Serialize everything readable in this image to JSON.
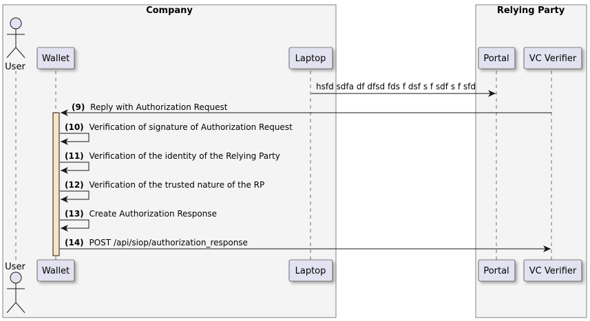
{
  "boxes": {
    "company": "Company",
    "relying_party": "Relying Party"
  },
  "participants": {
    "user": "User",
    "wallet": "Wallet",
    "laptop": "Laptop",
    "portal": "Portal",
    "vc_verifier": "VC Verifier"
  },
  "messages": [
    {
      "num": "",
      "text": "hsfd sdfa df dfsd fds f dsf  s f sdf s f sfd",
      "from": "laptop",
      "to": "portal"
    },
    {
      "num": "(9)",
      "text": "Reply with Authorization Request",
      "from": "vc_verifier",
      "to": "wallet"
    },
    {
      "num": "(10)",
      "text": "Verification of signature of Authorization Request",
      "from": "wallet",
      "to": "wallet"
    },
    {
      "num": "(11)",
      "text": "Verification of the identity of the Relying Party",
      "from": "wallet",
      "to": "wallet"
    },
    {
      "num": "(12)",
      "text": "Verification of the trusted nature of the RP",
      "from": "wallet",
      "to": "wallet"
    },
    {
      "num": "(13)",
      "text": "Create Authorization Response",
      "from": "wallet",
      "to": "wallet"
    },
    {
      "num": "(14)",
      "text": "POST /api/siop/authorization_response",
      "from": "wallet",
      "to": "vc_verifier"
    }
  ],
  "colors": {
    "box_fill": "#f4f4f4",
    "box_stroke": "#808080",
    "participant_fill": "#e2e2f0",
    "participant_stroke": "#181818",
    "activation_fill": "#fce3c4",
    "line": "#181818"
  }
}
